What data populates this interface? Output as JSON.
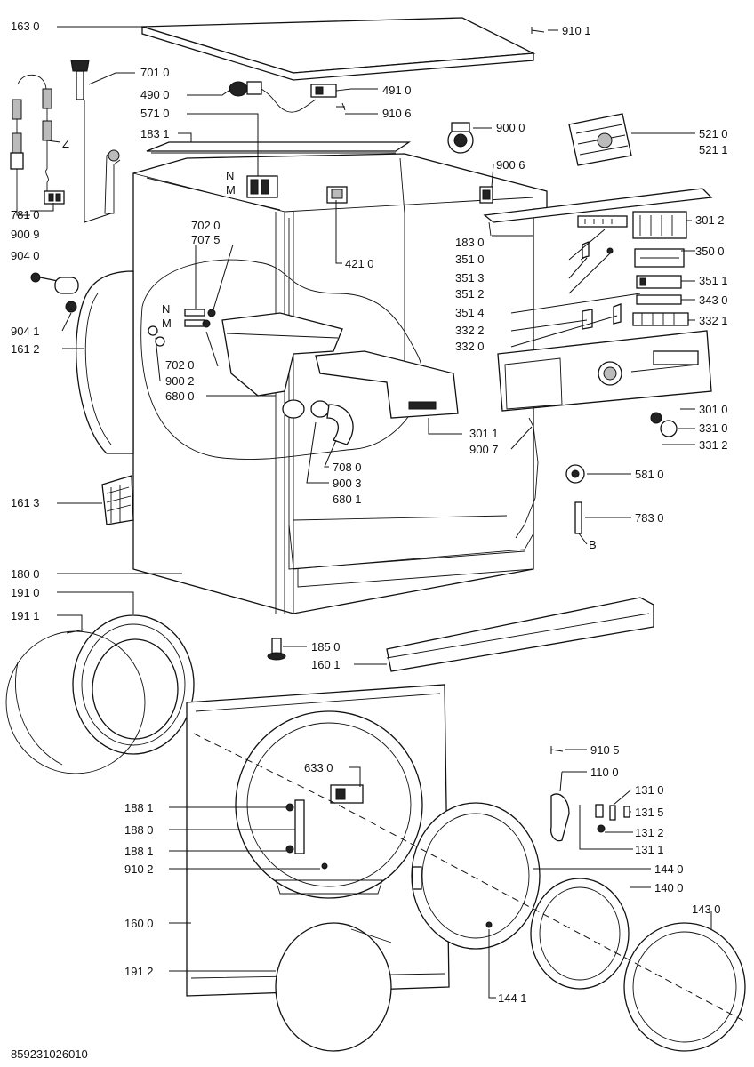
{
  "labels": [
    {
      "id": "163-0",
      "text": "163 0"
    },
    {
      "id": "910-1",
      "text": "910 1"
    },
    {
      "id": "701-0",
      "text": "701 0"
    },
    {
      "id": "490-0",
      "text": "490 0"
    },
    {
      "id": "491-0",
      "text": "491 0"
    },
    {
      "id": "571-0",
      "text": "571 0"
    },
    {
      "id": "910-6",
      "text": "910 6"
    },
    {
      "id": "183-1",
      "text": "183 1"
    },
    {
      "id": "900-0",
      "text": "900 0"
    },
    {
      "id": "521-0",
      "text": "521 0"
    },
    {
      "id": "521-1",
      "text": "521 1"
    },
    {
      "id": "z",
      "text": "Z"
    },
    {
      "id": "n-top",
      "text": "N"
    },
    {
      "id": "m-top",
      "text": "M"
    },
    {
      "id": "900-6",
      "text": "900 6"
    },
    {
      "id": "781-0",
      "text": "781 0"
    },
    {
      "id": "900-9",
      "text": "900 9"
    },
    {
      "id": "702-0-a",
      "text": "702 0"
    },
    {
      "id": "707-5",
      "text": "707 5"
    },
    {
      "id": "421-0",
      "text": "421 0"
    },
    {
      "id": "183-0",
      "text": "183 0"
    },
    {
      "id": "301-2",
      "text": "301 2"
    },
    {
      "id": "904-0",
      "text": "904 0"
    },
    {
      "id": "351-0",
      "text": "351 0"
    },
    {
      "id": "350-0",
      "text": "350 0"
    },
    {
      "id": "351-3",
      "text": "351 3"
    },
    {
      "id": "351-1",
      "text": "351 1"
    },
    {
      "id": "351-2",
      "text": "351 2"
    },
    {
      "id": "343-0",
      "text": "343 0"
    },
    {
      "id": "n-mid",
      "text": "N"
    },
    {
      "id": "m-mid",
      "text": "M"
    },
    {
      "id": "351-4",
      "text": "351 4"
    },
    {
      "id": "332-2",
      "text": "332 2"
    },
    {
      "id": "332-1",
      "text": "332 1"
    },
    {
      "id": "904-1",
      "text": "904 1"
    },
    {
      "id": "161-2",
      "text": "161 2"
    },
    {
      "id": "332-0",
      "text": "332 0"
    },
    {
      "id": "702-0-b",
      "text": "702 0"
    },
    {
      "id": "900-2",
      "text": "900 2"
    },
    {
      "id": "680-0",
      "text": "680 0"
    },
    {
      "id": "301-0",
      "text": "301 0"
    },
    {
      "id": "331-0",
      "text": "331 0"
    },
    {
      "id": "301-1",
      "text": "301 1"
    },
    {
      "id": "331-2",
      "text": "331 2"
    },
    {
      "id": "900-7",
      "text": "900 7"
    },
    {
      "id": "708-0",
      "text": "708 0"
    },
    {
      "id": "581-0",
      "text": "581 0"
    },
    {
      "id": "900-3",
      "text": "900 3"
    },
    {
      "id": "680-1",
      "text": "680 1"
    },
    {
      "id": "161-3",
      "text": "161 3"
    },
    {
      "id": "783-0",
      "text": "783 0"
    },
    {
      "id": "b",
      "text": "B"
    },
    {
      "id": "180-0",
      "text": "180 0"
    },
    {
      "id": "191-0",
      "text": "191 0"
    },
    {
      "id": "191-1",
      "text": "191 1"
    },
    {
      "id": "185-0",
      "text": "185 0"
    },
    {
      "id": "160-1",
      "text": "160 1"
    },
    {
      "id": "910-5",
      "text": "910 5"
    },
    {
      "id": "633-0",
      "text": "633 0"
    },
    {
      "id": "110-0",
      "text": "110 0"
    },
    {
      "id": "131-0",
      "text": "131 0"
    },
    {
      "id": "188-1-a",
      "text": "188 1"
    },
    {
      "id": "131-5",
      "text": "131 5"
    },
    {
      "id": "188-0",
      "text": "188 0"
    },
    {
      "id": "131-2",
      "text": "131 2"
    },
    {
      "id": "131-1",
      "text": "131 1"
    },
    {
      "id": "188-1-b",
      "text": "188 1"
    },
    {
      "id": "910-2",
      "text": "910 2"
    },
    {
      "id": "144-0",
      "text": "144 0"
    },
    {
      "id": "140-0",
      "text": "140 0"
    },
    {
      "id": "143-0",
      "text": "143 0"
    },
    {
      "id": "160-0",
      "text": "160 0"
    },
    {
      "id": "191-2",
      "text": "191 2"
    },
    {
      "id": "144-1",
      "text": "144 1"
    }
  ],
  "footer": {
    "code": "859231026010"
  }
}
